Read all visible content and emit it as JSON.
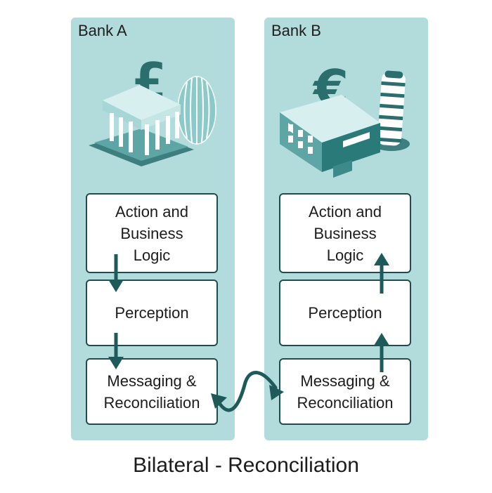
{
  "bank_a": {
    "title": "Bank A",
    "currency_icon": "pound-sign-icon",
    "building_icon": "classical-bank-building-icon",
    "landmark_icon": "gherkin-tower-icon",
    "layers": {
      "action": "Action and\nBusiness\nLogic",
      "perception": "Perception",
      "messaging": "Messaging &\nReconciliation"
    }
  },
  "bank_b": {
    "title": "Bank B",
    "currency_icon": "euro-sign-icon",
    "building_icon": "office-building-icon",
    "landmark_icon": "leaning-tower-icon",
    "layers": {
      "action": "Action and\nBusiness\nLogic",
      "perception": "Perception",
      "messaging": "Messaging &\nReconciliation"
    }
  },
  "caption": "Bilateral - Reconciliation",
  "colors": {
    "panel": "#b2dcdc",
    "arrow": "#1f5a5a",
    "icon_dark": "#2a6e6e",
    "icon_light": "#8ccaca"
  }
}
